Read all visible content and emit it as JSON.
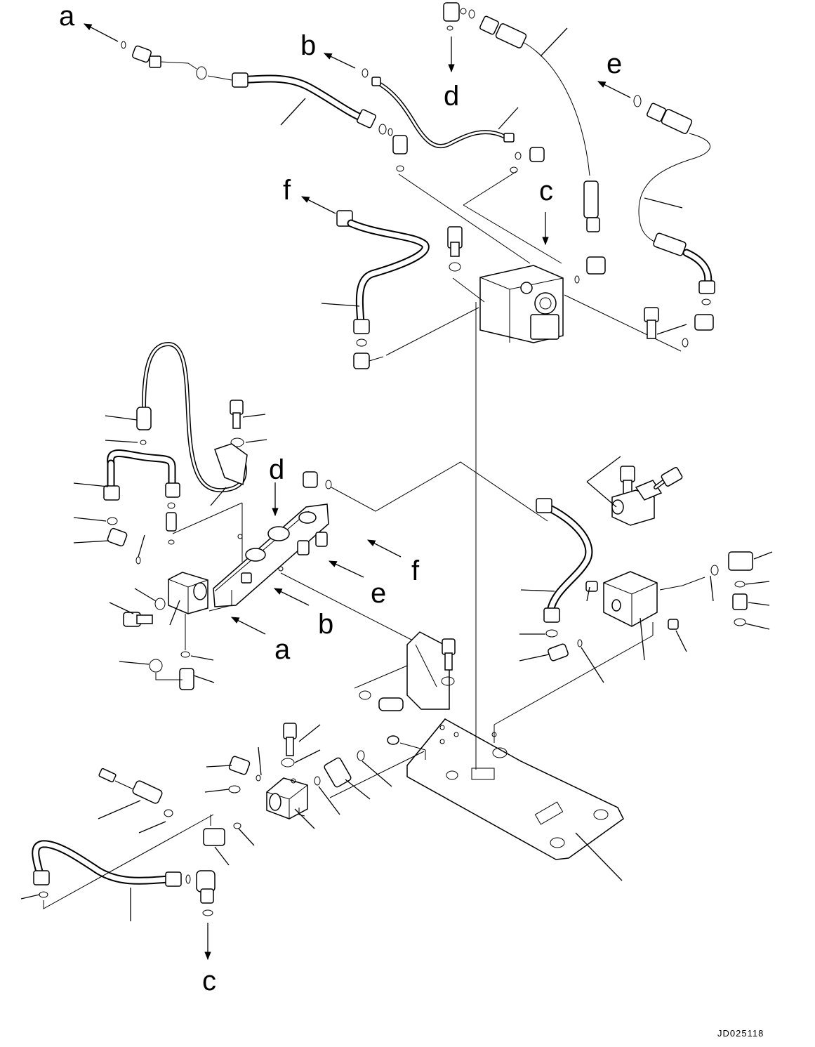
{
  "diagram": {
    "drawing_code": "JD025118",
    "connection_labels": {
      "a_top": "a",
      "b_top": "b",
      "d_top": "d",
      "e_top": "e",
      "f_top": "f",
      "c_top": "c",
      "d_mid": "d",
      "e_mid": "e",
      "f_mid": "f",
      "a_mid": "a",
      "b_mid": "b",
      "c_bottom": "c"
    }
  }
}
